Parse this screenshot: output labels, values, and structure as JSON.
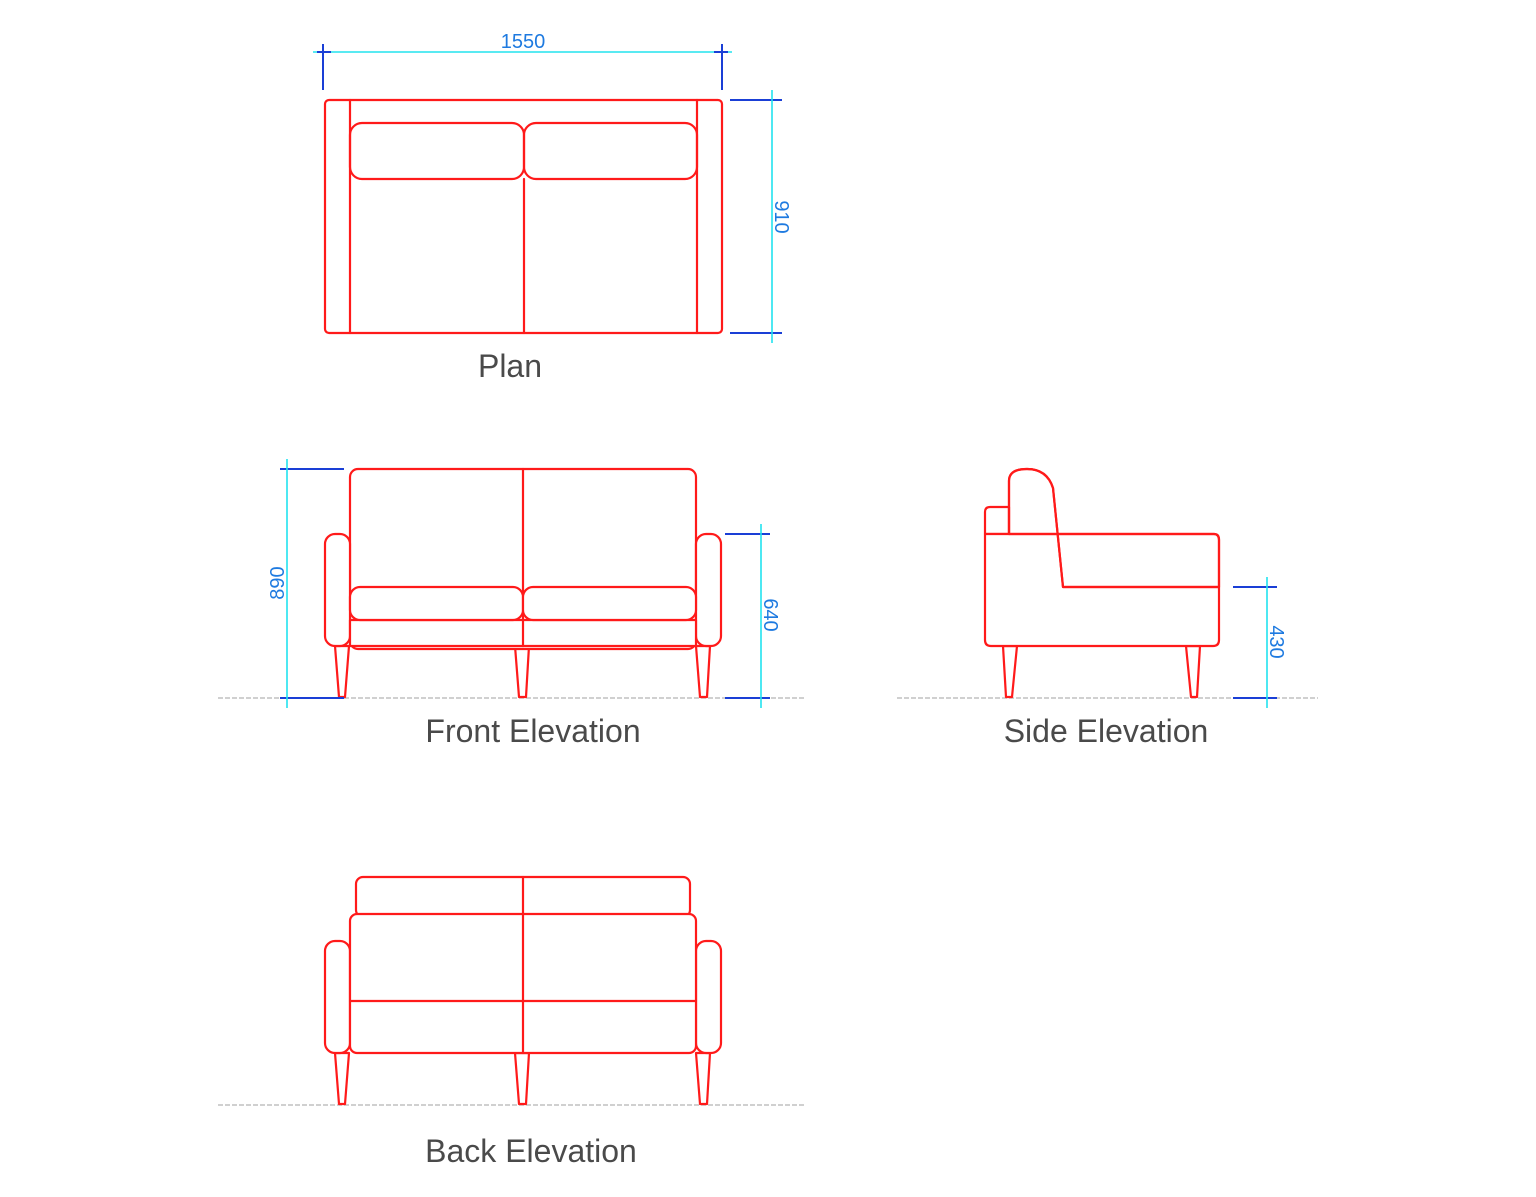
{
  "views": {
    "plan": {
      "label": "Plan"
    },
    "front": {
      "label": "Front Elevation"
    },
    "side": {
      "label": "Side Elevation"
    },
    "back": {
      "label": "Back Elevation"
    }
  },
  "dimensions": {
    "plan_width": "1550",
    "plan_depth": "910",
    "front_overall_height": "890",
    "front_arm_height": "640",
    "side_seat_height": "430"
  },
  "colors": {
    "outline": "#ff1a1a",
    "dimension_line": "#22e3ee",
    "extension_line": "#1a3fd6",
    "dimension_text": "#1e7ae0",
    "label_text": "#4a4a4a"
  }
}
